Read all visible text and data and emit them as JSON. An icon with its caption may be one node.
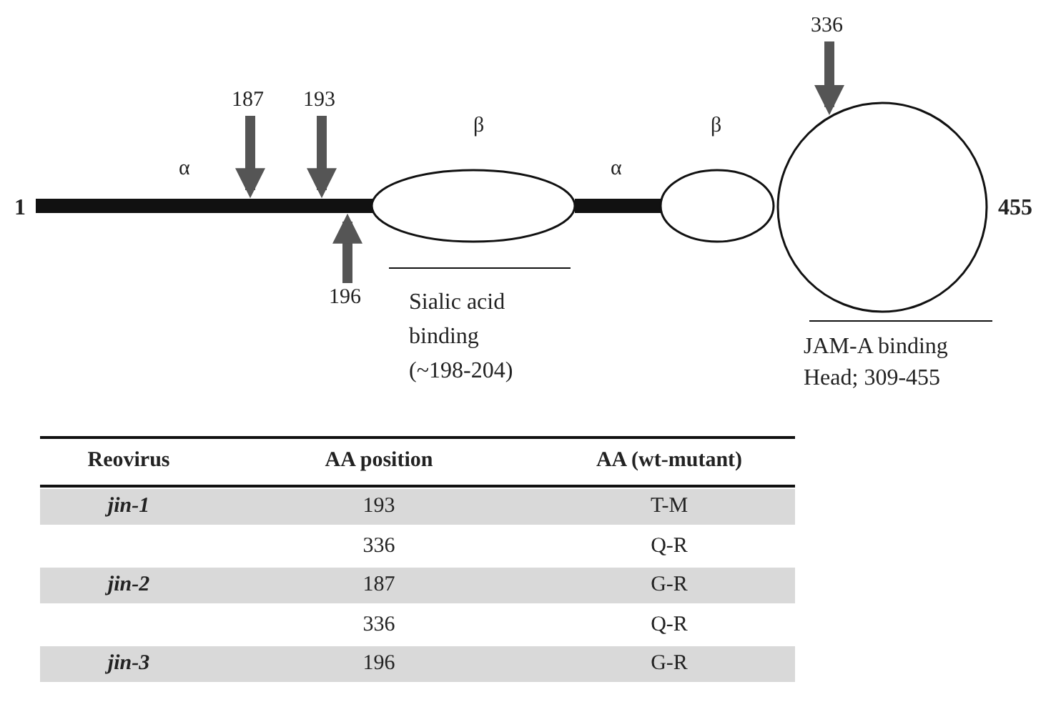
{
  "diagram": {
    "nodes": [
      {
        "text": [
          "α"
        ]
      },
      {
        "text": [
          "β"
        ]
      },
      {
        "text": [
          "α"
        ]
      },
      {
        "text": [
          "β"
        ]
      },
      {
        "text": [],
        "shape": "circle"
      },
      {
        "text": [
          "187"
        ]
      },
      {
        "text": [
          "193"
        ]
      },
      {
        "text": [
          "196"
        ]
      },
      {
        "text": [
          "336"
        ]
      }
    ],
    "edges": [
      {
        "from": 5,
        "to": 0,
        "arrow": "to"
      },
      {
        "from": 6,
        "to": 0,
        "arrow": "to"
      },
      {
        "from": 7,
        "to": 0,
        "arrow": "to"
      },
      {
        "from": 8,
        "to": 4,
        "arrow": "to"
      }
    ],
    "labels": [
      "1",
      "455",
      "Sialic acid binding (~198-204)",
      "JAM-A binding Head; 309-455",
      "Reovirus",
      "AA position",
      "AA (wt-mutant)",
      "jin-1",
      "193",
      "T-M",
      "336",
      "Q-R",
      "jin-2",
      "187",
      "G-R",
      "336",
      "Q-R",
      "jin-3",
      "196",
      "G-R"
    ]
  }
}
